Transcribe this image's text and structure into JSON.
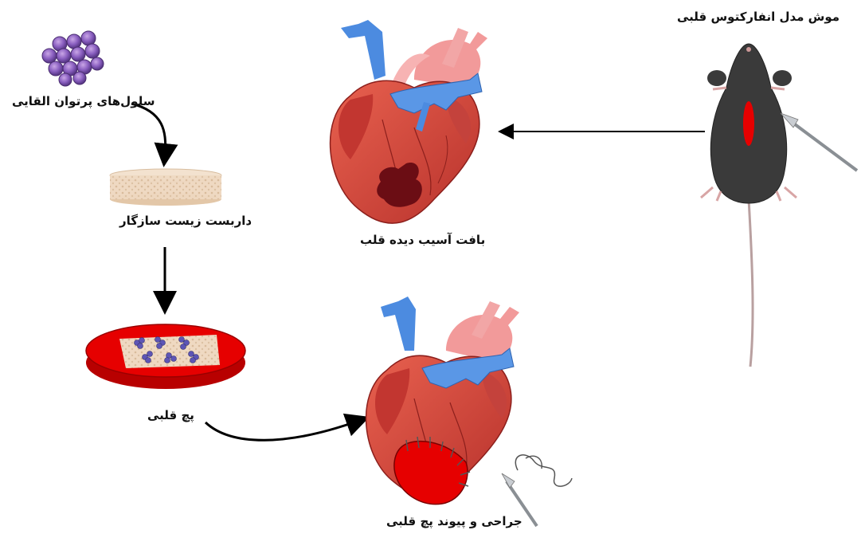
{
  "labels": {
    "stem_cells": "سلول‌های پرتوان القایی",
    "scaffold": "داربست زیست سازگار",
    "heart_patch": "پچ قلبی",
    "damaged_heart": "بافت آسیب دیده قلب",
    "mouse_model": "موش مدل انفارکتوس قلبی",
    "surgery": "جراحی و پیوند پچ قلبی"
  },
  "icons": [
    "cell-cluster-icon",
    "scaffold-icon",
    "petri-dish-icon",
    "heart-icon",
    "mouse-icon",
    "scalpel-icon",
    "suture-icon",
    "arrow-icon"
  ],
  "colors": {
    "heart_red": "#d6413b",
    "heart_pink": "#f2a0a0",
    "vessel_blue": "#4c8be0",
    "infarct": "#6b0d14",
    "patch_red": "#e60000",
    "cell_purple": "#7a52a8",
    "scaffold_beige": "#ecd6bf",
    "mouse_gray": "#3a3a3a"
  }
}
